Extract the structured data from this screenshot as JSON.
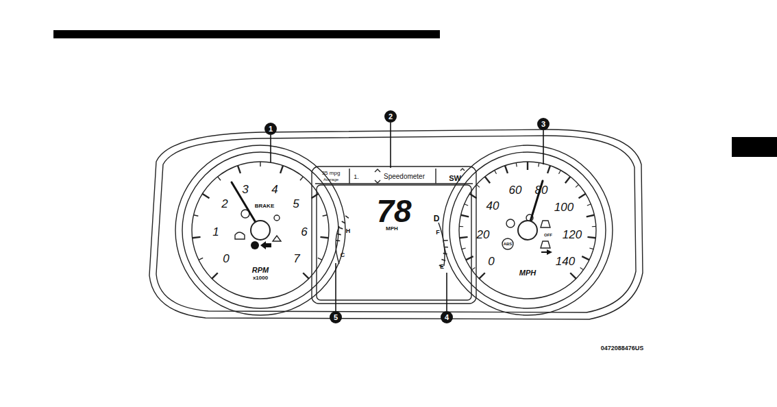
{
  "diagram": {
    "labels": [
      "1",
      "2",
      "3",
      "4",
      "5",
      "0",
      "1",
      "2",
      "3",
      "4",
      "5",
      "6",
      "7",
      "RPM",
      "x1000",
      "BRAKE",
      "35 mpg",
      "Average",
      "1.",
      "Speedometer",
      "SW",
      "78",
      "MPH",
      "H",
      "C",
      "D",
      "F",
      "E",
      "0",
      "20",
      "40",
      "60",
      "80",
      "100",
      "120",
      "140",
      "MPH",
      "ABS",
      "OFF",
      "0472088476US"
    ]
  }
}
